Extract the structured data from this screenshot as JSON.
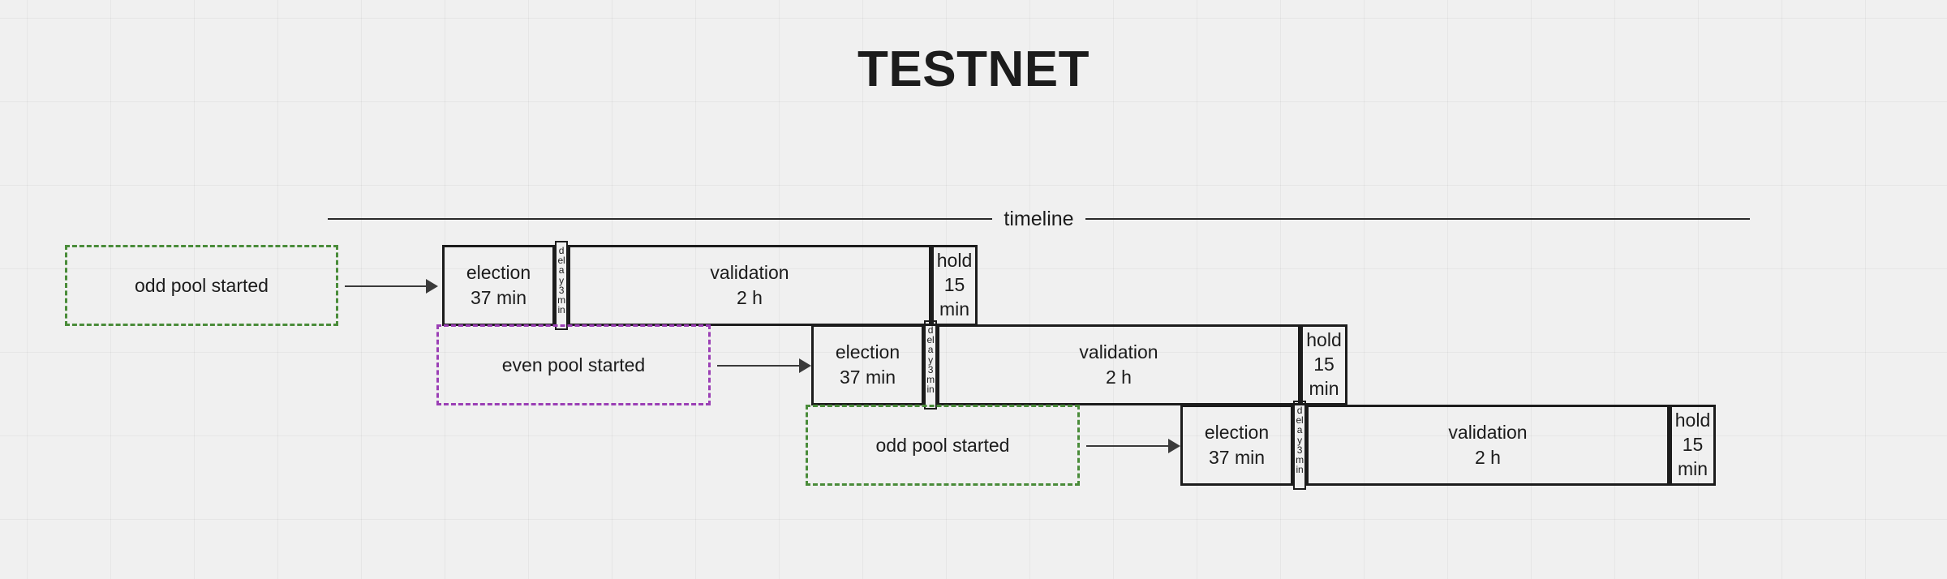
{
  "title": "TESTNET",
  "timeline": {
    "label": "timeline"
  },
  "rows": [
    {
      "note": {
        "text": "odd pool started",
        "style": "odd",
        "color": "#4a8c3a"
      },
      "phases": [
        {
          "name": "election",
          "duration": "37 min"
        },
        {
          "name": "delay",
          "duration": "3 min",
          "combined": "delay 3 min"
        },
        {
          "name": "validation",
          "duration": "2 h"
        },
        {
          "name": "hold",
          "duration_value": "15",
          "duration_unit": "min"
        }
      ]
    },
    {
      "note": {
        "text": "even pool started",
        "style": "even",
        "color": "#9b3fb5"
      },
      "phases": [
        {
          "name": "election",
          "duration": "37 min"
        },
        {
          "name": "delay",
          "duration": "3 min",
          "combined": "delay 3 min"
        },
        {
          "name": "validation",
          "duration": "2 h"
        },
        {
          "name": "hold",
          "duration_value": "15",
          "duration_unit": "min"
        }
      ]
    },
    {
      "note": {
        "text": "odd pool started",
        "style": "odd",
        "color": "#4a8c3a"
      },
      "phases": [
        {
          "name": "election",
          "duration": "37 min"
        },
        {
          "name": "delay",
          "duration": "3 min",
          "combined": "delay 3 min"
        },
        {
          "name": "validation",
          "duration": "2 h"
        },
        {
          "name": "hold",
          "duration_value": "15",
          "duration_unit": "min"
        }
      ]
    }
  ]
}
